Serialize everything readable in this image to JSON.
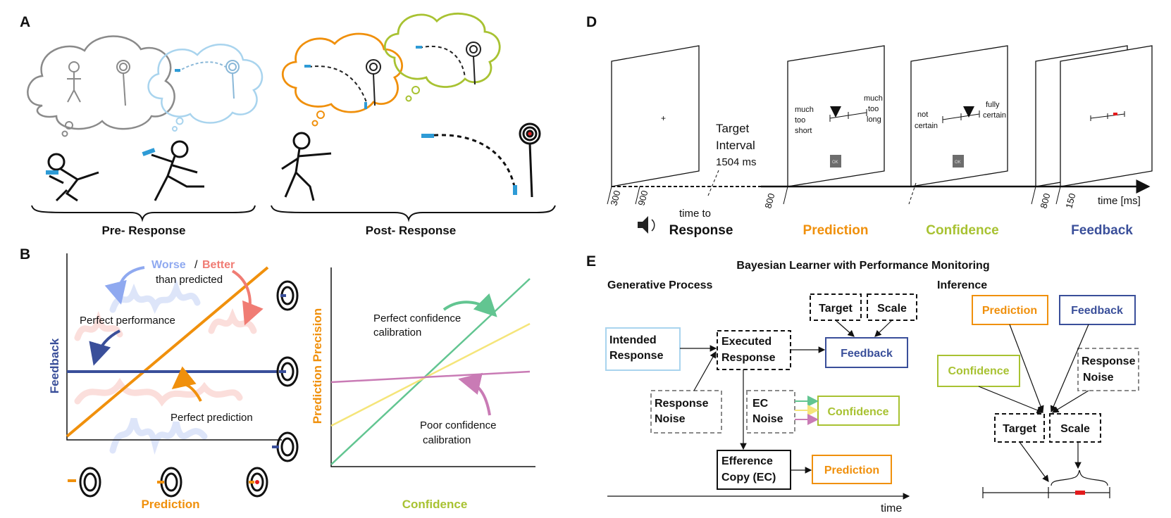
{
  "panels": {
    "A": {
      "letter": "A",
      "pre_label": "Pre- Response",
      "post_label": "Post- Response"
    },
    "B": {
      "letter": "B",
      "left": {
        "ylabel": "Feedback",
        "xlabel": "Prediction",
        "worse": "Worse",
        "slash": "/",
        "better": "Better",
        "than": "than predicted",
        "perf_performance": "Perfect performance",
        "perf_prediction": "Perfect prediction"
      },
      "right": {
        "ylabel": "Prediction Precision",
        "xlabel": "Confidence",
        "perfect_cal_1": "Perfect confidence",
        "perfect_cal_2": "calibration",
        "poor_cal_1": "Poor confidence",
        "poor_cal_2": "calibration"
      }
    },
    "D": {
      "letter": "D",
      "target_1": "Target",
      "target_2": "Interval",
      "target_3": "1504 ms",
      "time_to": "time to",
      "time_ms": "time [ms]",
      "ticks": [
        "300",
        "900",
        "800",
        "800",
        "150"
      ],
      "fixation": "+",
      "pred_left": [
        "much",
        "too",
        "short"
      ],
      "pred_right": [
        "much",
        "too",
        "long"
      ],
      "conf_left": [
        "not",
        "certain"
      ],
      "conf_right": [
        "fully",
        "certain"
      ],
      "ok": "OK",
      "phases": [
        "Response",
        "Prediction",
        "Confidence",
        "Feedback"
      ]
    },
    "E": {
      "letter": "E",
      "title": "Bayesian Learner with Performance Monitoring",
      "gen_title": "Generative Process",
      "inf_title": "Inference",
      "time": "time",
      "gen_nodes": {
        "intended": [
          "Intended",
          "Response"
        ],
        "executed": [
          "Executed",
          "Response"
        ],
        "target": "Target",
        "scale": "Scale",
        "feedback": "Feedback",
        "resp_noise": [
          "Response",
          "Noise"
        ],
        "ec_noise": [
          "EC",
          "Noise"
        ],
        "confidence": "Confidence",
        "efference": [
          "Efference",
          "Copy (EC)"
        ],
        "prediction": "Prediction"
      },
      "inf_nodes": {
        "prediction": "Prediction",
        "feedback": "Feedback",
        "confidence": "Confidence",
        "resp_noise": [
          "Response",
          "Noise"
        ],
        "target": "Target",
        "scale": "Scale"
      }
    }
  },
  "colors": {
    "orange": "#F0900C",
    "navy": "#3A4F9A",
    "lime": "#A8C232",
    "lightblue": "#A9D4EE",
    "gray": "#8A8A8A",
    "blue": "#2E9BD6",
    "worse": "#8FA9F0",
    "better": "#F07C74",
    "green": "#62C591",
    "yellow": "#F5E57A",
    "pink": "#C97BB5",
    "red": "#E31A1C"
  }
}
